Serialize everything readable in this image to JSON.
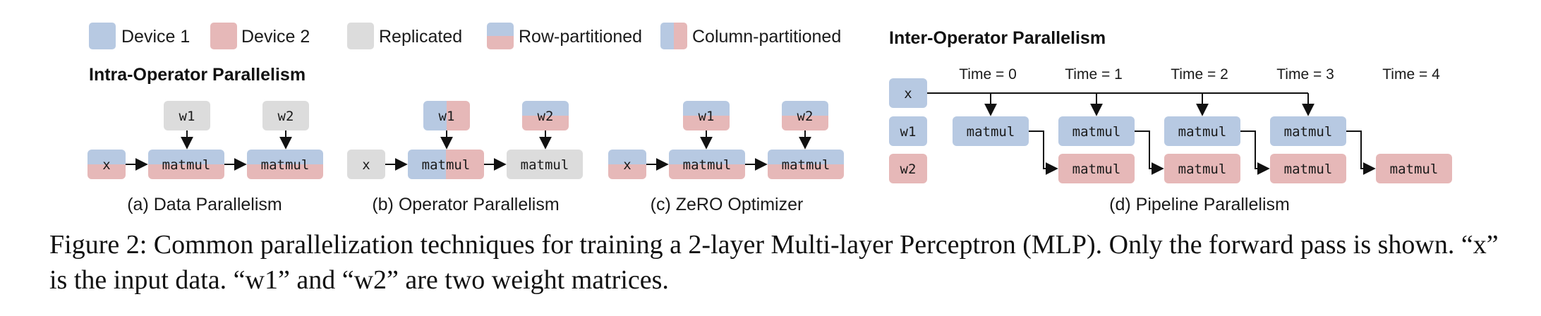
{
  "colors": {
    "device1": "#b7c9e2",
    "device2": "#e6b8b8",
    "replicated": "#dcdcdc",
    "arrow": "#111111"
  },
  "legend": [
    {
      "label": "Device 1",
      "style": "device1"
    },
    {
      "label": "Device 2",
      "style": "device2"
    },
    {
      "label": "Replicated",
      "style": "replicated"
    },
    {
      "label": "Row-partitioned",
      "style": "row"
    },
    {
      "label": "Column-partitioned",
      "style": "col"
    }
  ],
  "intra_title": "Intra-Operator Parallelism",
  "inter_title": "Inter-Operator Parallelism",
  "labels": {
    "x": "x",
    "w1": "w1",
    "w2": "w2",
    "matmul": "matmul"
  },
  "subfigures": {
    "a": "(a) Data Parallelism",
    "b": "(b) Operator Parallelism",
    "c": "(c) ZeRO Optimizer",
    "d": "(d) Pipeline Parallelism"
  },
  "pipeline_times": [
    "Time = 0",
    "Time = 1",
    "Time = 2",
    "Time = 3",
    "Time = 4"
  ],
  "caption": "Figure 2: Common parallelization techniques for training a 2-layer Multi-layer Perceptron (MLP). Only the forward pass is shown. “x” is the input data. “w1” and “w2” are two weight matrices."
}
